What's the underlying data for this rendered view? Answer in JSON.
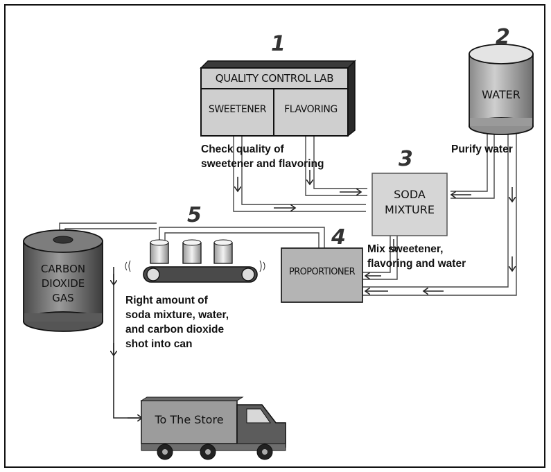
{
  "steps": {
    "s1": "1",
    "s2": "2",
    "s3": "3",
    "s4": "4",
    "s5": "5"
  },
  "lab": {
    "title": "QUALITY CONTROL LAB",
    "left": "SWEETENER",
    "right": "FLAVORING"
  },
  "water_tank": "WATER",
  "soda_mixture": "SODA\nMIXTURE",
  "proportioner": "PROPORTIONER",
  "co2_tank": "CARBON\nDIOXIDE\nGAS",
  "truck": "To The Store",
  "captions": {
    "check": "Check quality of\nsweetener and flavoring",
    "purify": "Purify water",
    "mix": "Mix sweetener,\nflavoring and water",
    "shot": "Right amount of\nsoda mixture, water,\nand carbon dioxide\nshot into can"
  }
}
